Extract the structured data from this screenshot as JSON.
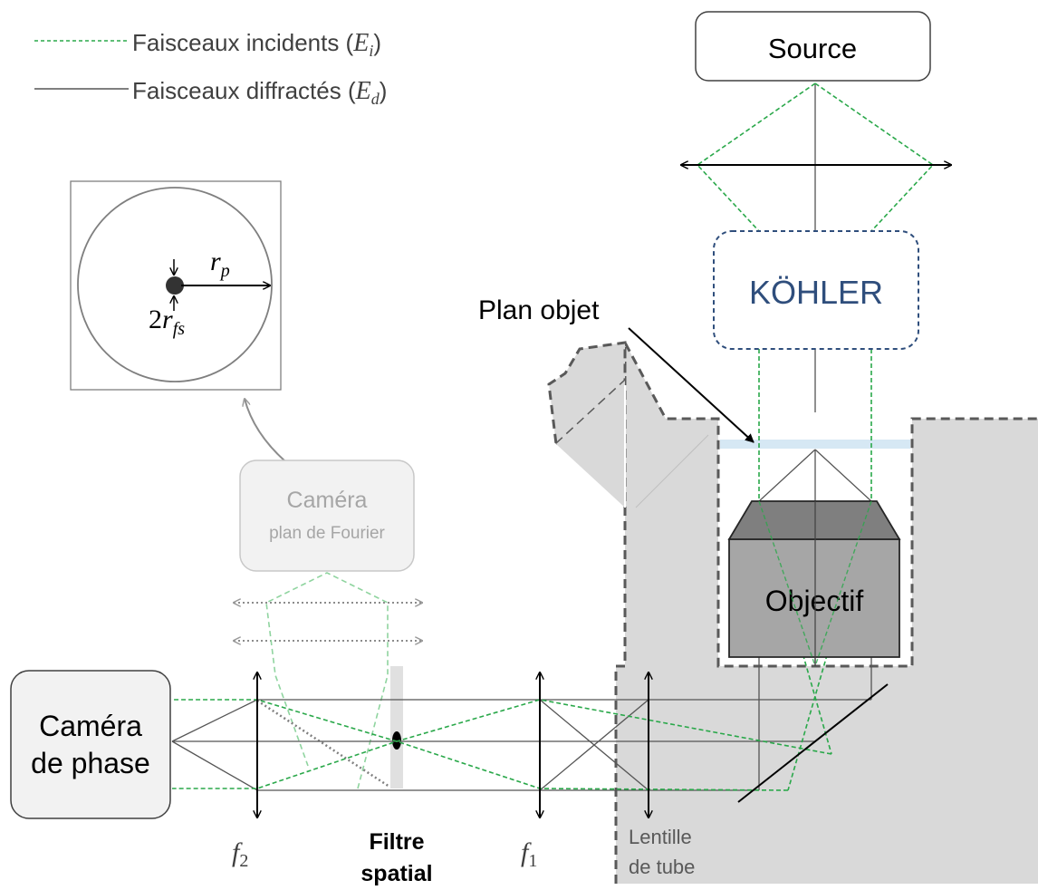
{
  "legend": {
    "incident_text": "Faisceaux incidents (",
    "incident_sym": "E",
    "incident_sub": "i",
    "incident_close": ")",
    "diffracted_text": "Faisceaux diffractés (",
    "diffracted_sym": "E",
    "diffracted_sub": "d",
    "diffracted_close": ")"
  },
  "fourier_inset": {
    "rp_sym": "r",
    "rp_sub": "p",
    "rfs_pre": "2",
    "rfs_sym": "r",
    "rfs_sub": "fs"
  },
  "boxes": {
    "source": "Source",
    "kohler": "KÖHLER",
    "objective": "Objectif",
    "fourier_camera_line1": "Caméra",
    "fourier_camera_line2": "plan de Fourier",
    "phase_camera_line1": "Caméra",
    "phase_camera_line2": "de phase"
  },
  "labels": {
    "object_plane": "Plan objet",
    "f2_sym": "f",
    "f2_sub": "2",
    "f1_sym": "f",
    "f1_sub": "1",
    "spatial_filter_line1": "Filtre",
    "spatial_filter_line2": "spatial",
    "tube_lens_line1": "Lentille",
    "tube_lens_line2": "de tube"
  },
  "colors": {
    "incident_beam": "#2aa84a",
    "diffracted_beam": "#555555",
    "kohler_text": "#2f4e7c",
    "kohler_border": "#2f4e7c",
    "microscope_body": "#d9d9d9",
    "objective_fill": "#a6a6a6"
  }
}
